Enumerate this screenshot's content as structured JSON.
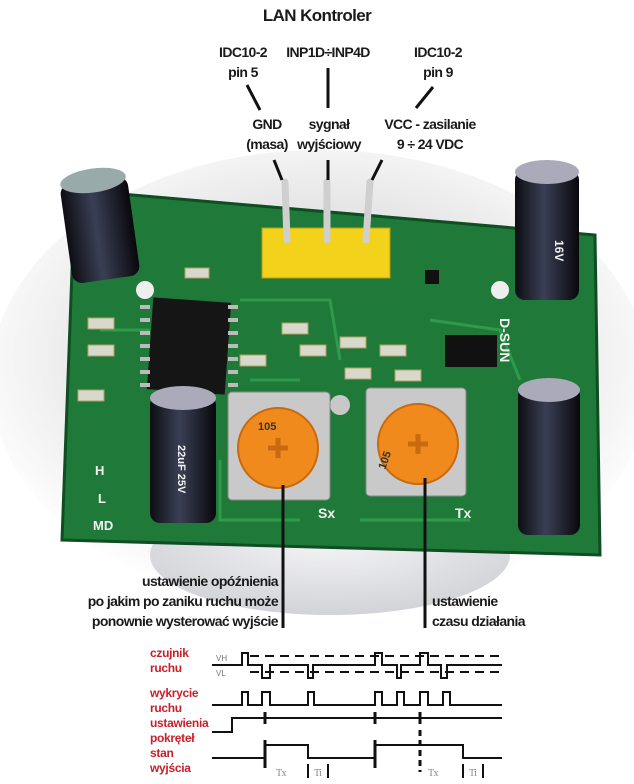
{
  "title": "LAN Kontroler",
  "pins_top": [
    {
      "line1": "IDC10-2",
      "line2": "pin 5"
    },
    {
      "line1": "INP1D÷INP4D"
    },
    {
      "line1": "IDC10-2",
      "line2": "pin 9"
    }
  ],
  "pins": [
    {
      "line1": "GND",
      "line2": "(masa)"
    },
    {
      "line1": "sygnał",
      "line2": "wyjściowy"
    },
    {
      "line1": "VCC - zasilanie",
      "line2": "9 ÷ 24 VDC"
    }
  ],
  "board": {
    "brand": "D-SUN",
    "pot_left_label": "Sx",
    "pot_right_label": "Tx",
    "pot_code": "105",
    "cap_label": "22uF 25V",
    "cap_top_right": "16V",
    "mode_labels": [
      "H",
      "L",
      "MD"
    ],
    "colors": {
      "pcb": "#1f7a3a",
      "header": "#f2d21a",
      "pot": "#f08a1c"
    }
  },
  "annotations": {
    "left": [
      "ustawienie opóźnienia",
      "po jakim po zaniku ruchu może",
      "ponownie wysterować wyjście"
    ],
    "right": [
      "ustawienie",
      "czasu działania"
    ]
  },
  "timing": {
    "labels": [
      {
        "l1": "czujnik",
        "l2": "ruchu"
      },
      {
        "l1": "wykrycie",
        "l2": "ruchu"
      },
      {
        "l1": "ustawienia",
        "l2": "pokręteł"
      },
      {
        "l1": "stan",
        "l2": "wyjścia"
      }
    ],
    "vh": "VH",
    "vl": "VL",
    "tx": "Tx",
    "ti": "Ti",
    "label_color": "#c8202a"
  }
}
